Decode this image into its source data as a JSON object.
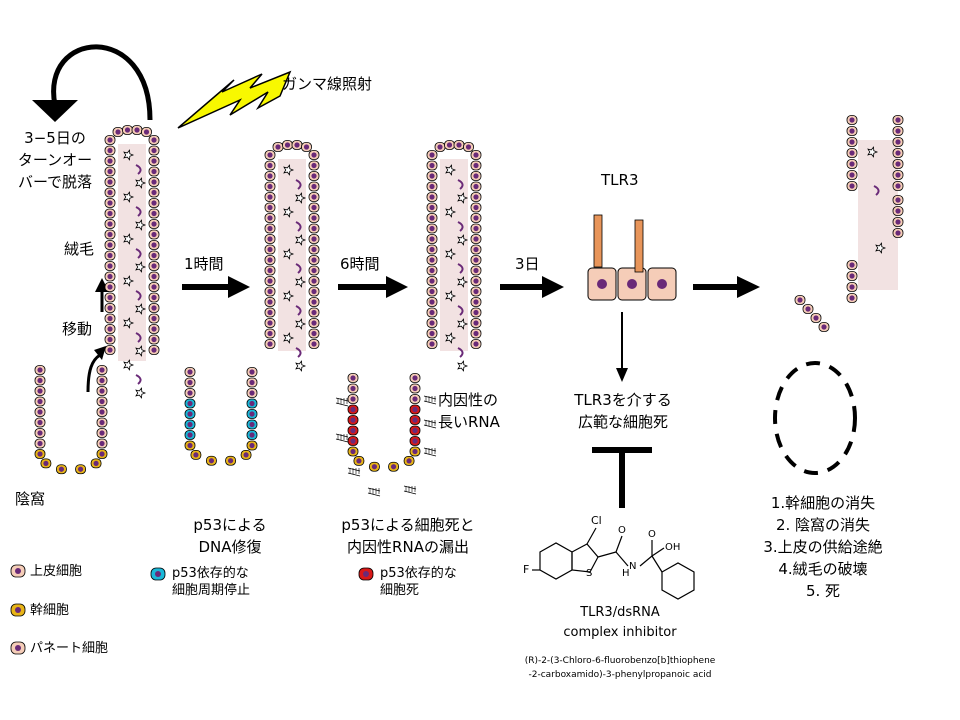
{
  "labels": {
    "turnover": [
      "3−5日の",
      "ターンオー",
      "バーで脱落"
    ],
    "gamma": "ガンマ線照射",
    "villus": "絨毛",
    "migration": "移動",
    "crypt": "陰窩",
    "t1h": "1時間",
    "t6h": "6時間",
    "t3d": "3日",
    "tlr3": "TLR3",
    "p53_dna_repair": [
      "p53による",
      "DNA修復"
    ],
    "p53_death": [
      "p53による細胞死と",
      "内因性RNAの漏出"
    ],
    "endogenous_rna": [
      "内因性の",
      "長いRNA"
    ],
    "tlr3_death": [
      "TLR3を介する",
      "広範な細胞死"
    ],
    "outcomes": [
      "1.幹細胞の消失",
      "2. 陰窩の消失",
      "3.上皮の供給途絶",
      "4.絨毛の破壊",
      "5. 死"
    ],
    "inhibitor_name": [
      "TLR3/dsRNA",
      "complex inhibitor"
    ],
    "inhibitor_chem": [
      "(R)-2-(3-Chloro-6-fluorobenzo[b]thiophene",
      "-2-carboxamido)-3-phenylpropanoic acid"
    ],
    "chem_cl": "Cl",
    "chem_f": "F",
    "chem_s": "S",
    "chem_o1": "O",
    "chem_o2": "O",
    "chem_oh": "OH",
    "chem_nh": "N",
    "chem_h": "H"
  },
  "legend": [
    {
      "key": "epithelial",
      "label": "上皮細胞"
    },
    {
      "key": "stem",
      "label": "幹細胞"
    },
    {
      "key": "paneth",
      "label": "パネート細胞"
    },
    {
      "key": "arrest",
      "label": [
        "p53依存的な",
        "細胞周期停止"
      ]
    },
    {
      "key": "death",
      "label": [
        "p53依存的な",
        "細胞死"
      ]
    }
  ],
  "colors": {
    "epithelial": "#f5cdb8",
    "nucleus": "#6a2a78",
    "stem": "#e8b418",
    "arrest": "#1ab8d8",
    "death": "#d81818",
    "lightning": "#f8f800",
    "lamina": "#f2e2e2",
    "tlr3": "#e8955a"
  }
}
